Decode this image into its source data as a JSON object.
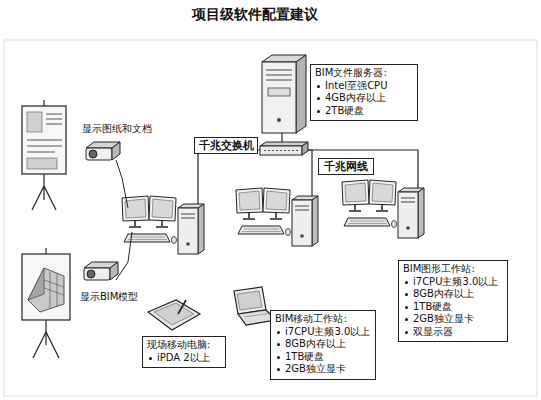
{
  "diagram": {
    "title": "项目级软件配置建议",
    "nodes": [
      {
        "text": [
          "BIM文件服务器:",
          "Intel至强CPU",
          "4GB内存以上",
          "2TB硬盘"
        ]
      },
      {
        "text": [
          "千兆交换机"
        ]
      },
      {
        "text": [
          "千兆网线"
        ]
      },
      {
        "text": [
          "BIM图形工作站:",
          "i7CPU主频3.0以上",
          "8GB内存以上",
          "1TB硬盘",
          "2GB独立显卡",
          "双显示器"
        ]
      },
      {
        "text": [
          "BIM移动工作站:",
          "i7CPU主频3.0以上",
          "8GB内存以上",
          "1TB硬盘",
          "2GB独立显卡"
        ]
      },
      {
        "text": [
          "现场移动电脑:",
          "iPDA 2以上"
        ]
      }
    ],
    "labels": [
      "显示图纸和文档",
      "显示BIM模型"
    ]
  }
}
